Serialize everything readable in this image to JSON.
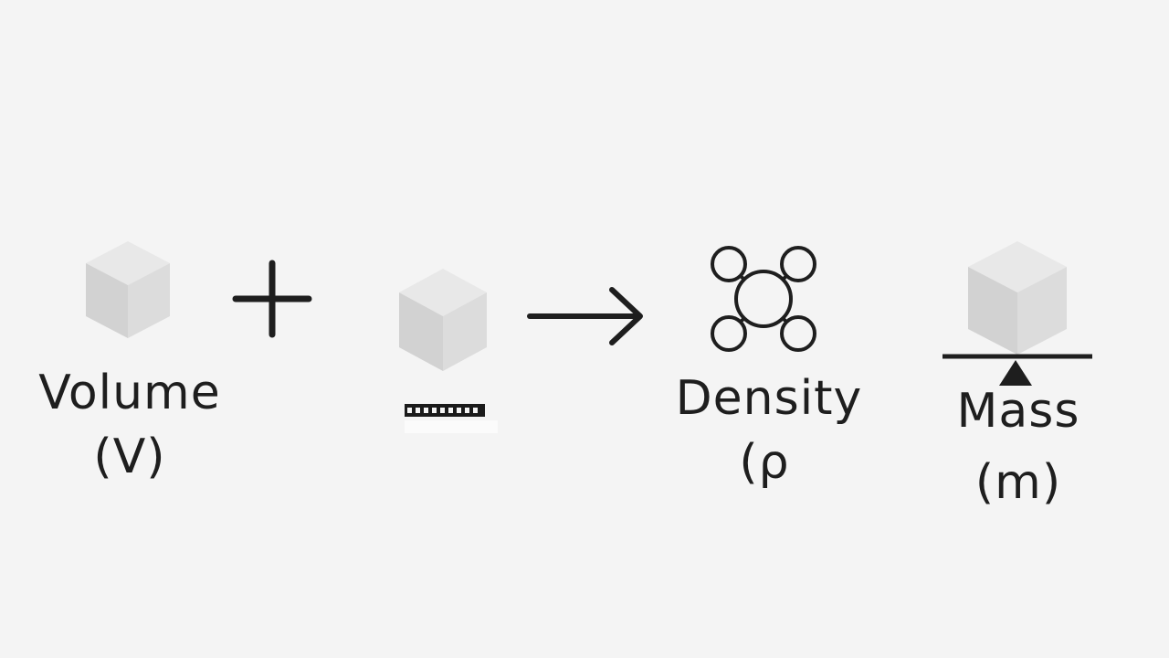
{
  "diagram": {
    "volume": {
      "name": "Volume",
      "symbol": "(V)",
      "icon": "cube-icon"
    },
    "plus": {
      "icon": "plus-icon"
    },
    "middle": {
      "icon": "cube-icon",
      "caption_icon": "ruler-icon"
    },
    "arrow": {
      "icon": "arrow-right-icon"
    },
    "density": {
      "name": "Density",
      "symbol": "(ρ",
      "icon": "molecule-icon"
    },
    "mass": {
      "name": "Mass",
      "symbol": "(m)",
      "icon": "balance-scale-icon"
    }
  },
  "colors": {
    "background": "#f4f4f4",
    "ink": "#1e1e1e",
    "cube_top": "#e6e6e6",
    "cube_left": "#cfcfcf",
    "cube_right": "#dadada"
  }
}
